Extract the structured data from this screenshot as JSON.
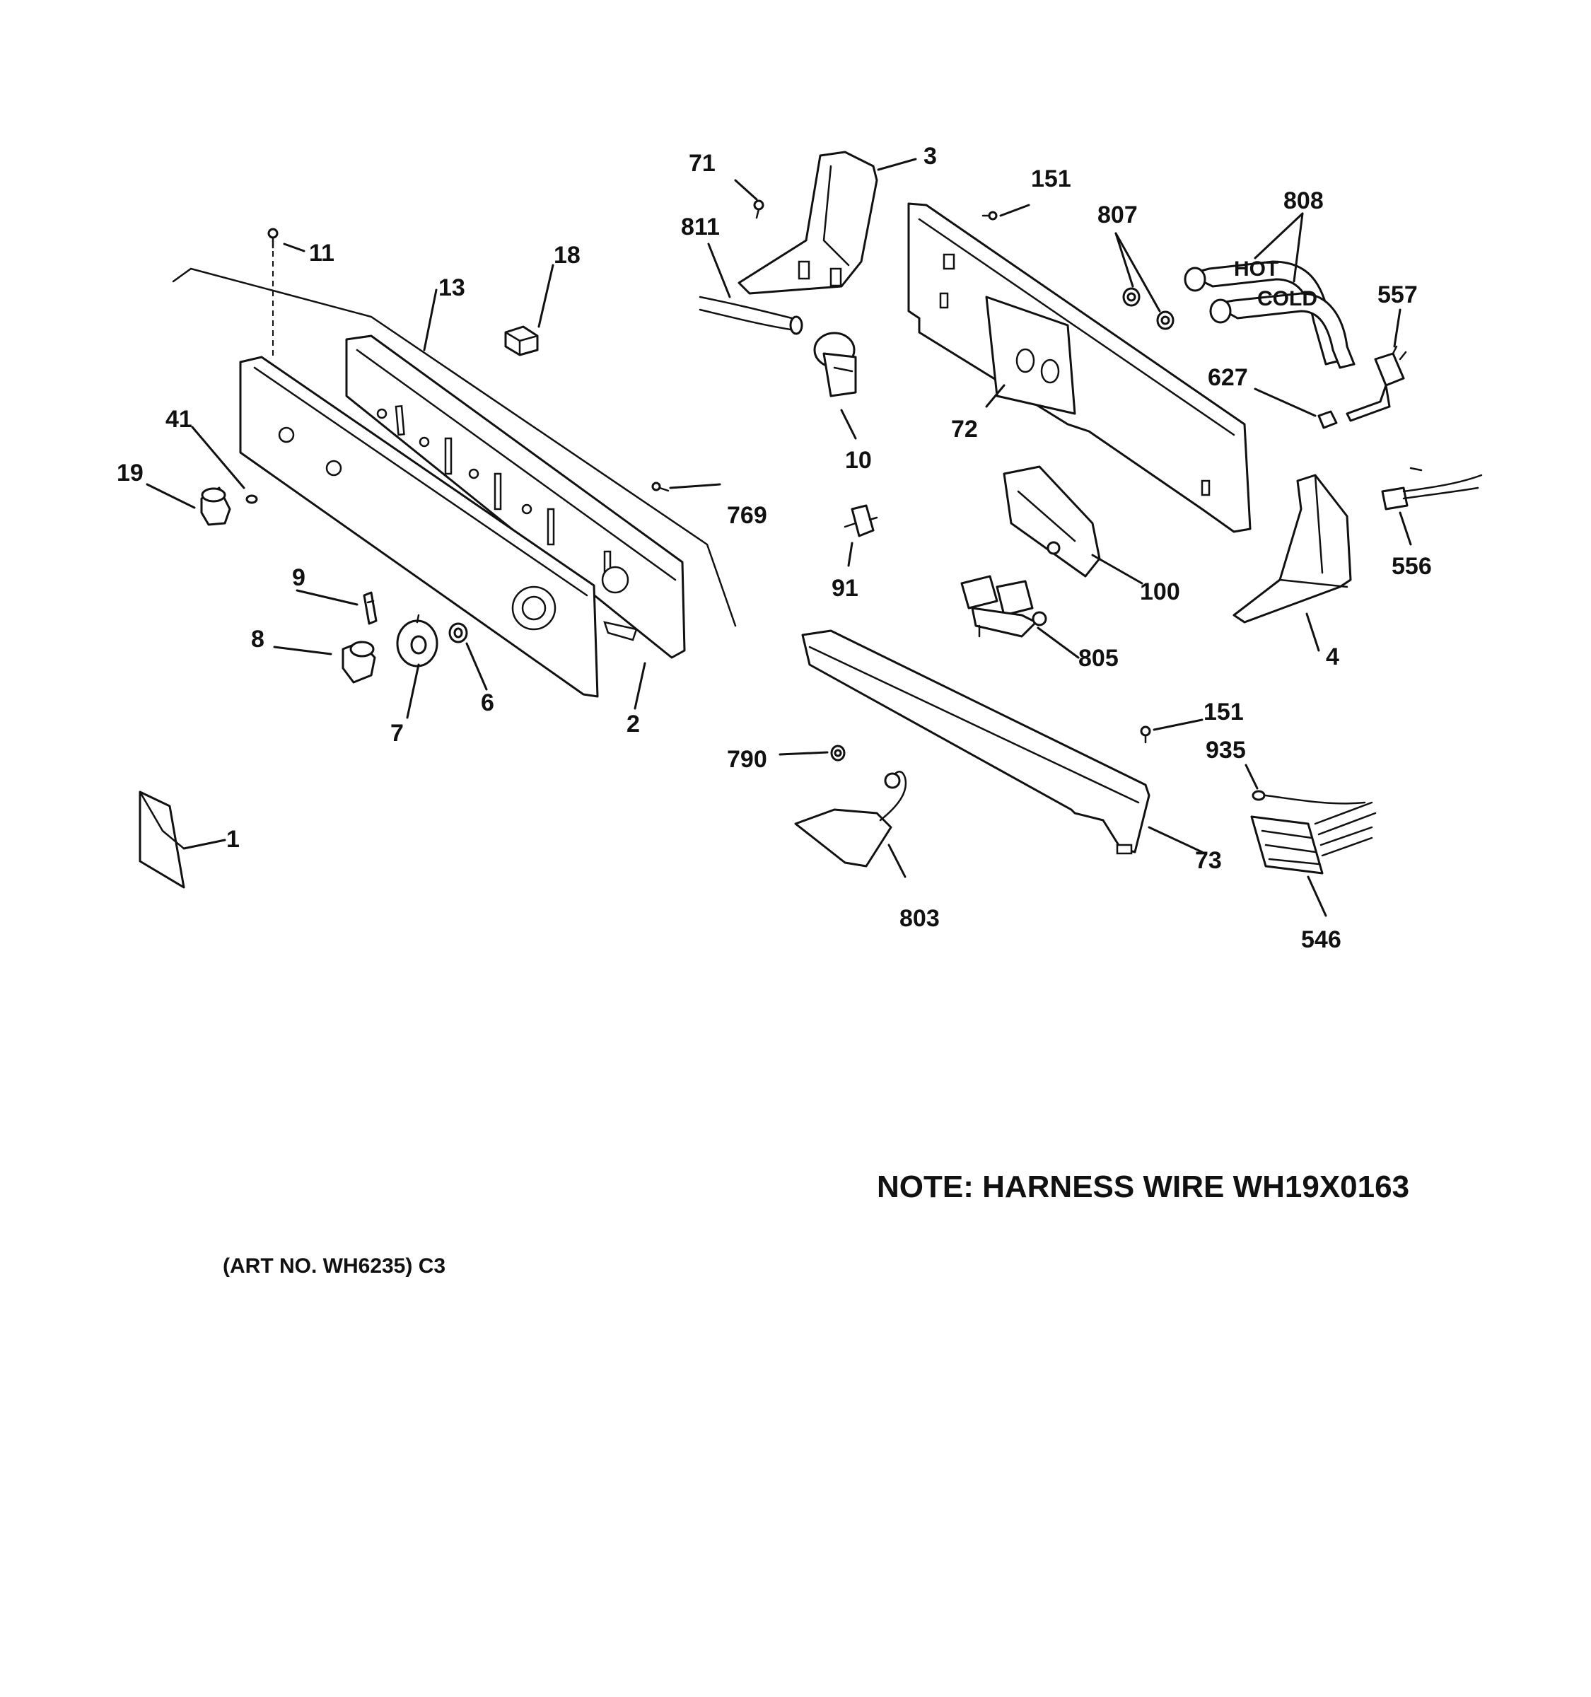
{
  "callouts": {
    "c1": "1",
    "c2": "2",
    "c3": "3",
    "c4": "4",
    "c6": "6",
    "c7": "7",
    "c8": "8",
    "c9": "9",
    "c10": "10",
    "c11": "11",
    "c13": "13",
    "c18": "18",
    "c19": "19",
    "c41": "41",
    "c71": "71",
    "c72": "72",
    "c73": "73",
    "c91": "91",
    "c100": "100",
    "c151a": "151",
    "c151b": "151",
    "c546": "546",
    "c556": "556",
    "c557": "557",
    "c627": "627",
    "c769": "769",
    "c790": "790",
    "c803": "803",
    "c805": "805",
    "c807": "807",
    "c808": "808",
    "c811": "811",
    "c935": "935"
  },
  "hose_labels": {
    "hot": "HOT",
    "cold": "COLD"
  },
  "note": "NOTE: HARNESS WIRE WH19X0163",
  "art_number": "(ART NO. WH6235) C3"
}
